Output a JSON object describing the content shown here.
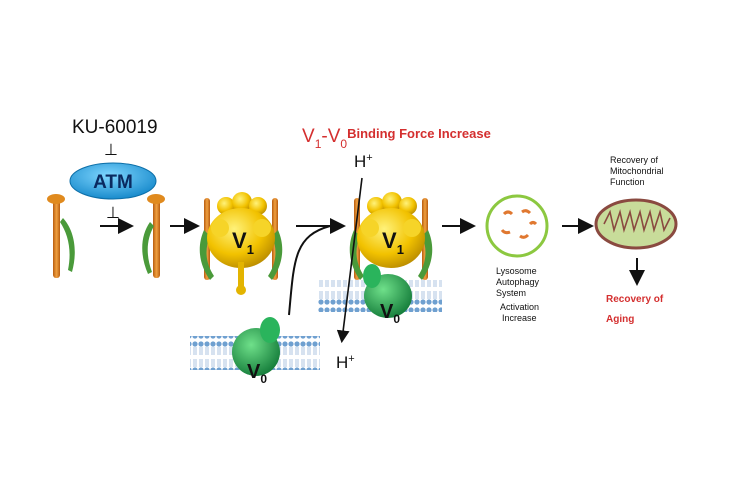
{
  "inhibitor": {
    "label": "KU-60019",
    "symbol": "⊥"
  },
  "atm": {
    "label": "ATM",
    "color": "#1aa0e0",
    "below_symbol": "⊥"
  },
  "v1": {
    "base": "V",
    "sub": "1"
  },
  "v0": {
    "base": "V",
    "sub": "0"
  },
  "binding": {
    "v1_base": "V",
    "v1_sub": "1",
    "dash": "-",
    "v0_base": "V",
    "v0_sub": "0",
    "text": "Binding Force Increase",
    "color": "#d42f2f"
  },
  "proton": {
    "top": "H",
    "bottom": "H",
    "charge": "+"
  },
  "lysosome": {
    "line1": "Lysosome",
    "line2": "Autophagy",
    "line3": "System",
    "line4": "Activation",
    "line5": "Increase"
  },
  "mitochondria": {
    "line1": "Recovery of",
    "line2": "Mitochondrial",
    "line3": "Function"
  },
  "aging": {
    "line1": "Recovery of",
    "line2": "Aging",
    "color": "#d42f2f"
  },
  "colors": {
    "stalk": "#e08a1e",
    "green": "#4a9a3a",
    "gold": "#f2c200",
    "v0green": "#20a050",
    "membrane": "#6fa0d0"
  }
}
